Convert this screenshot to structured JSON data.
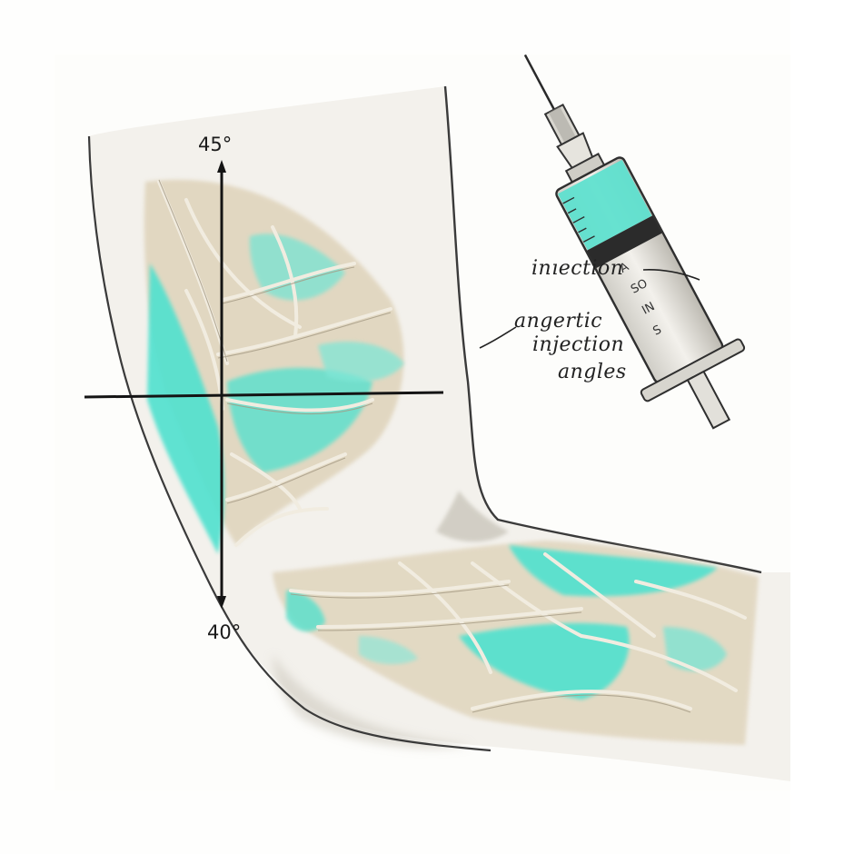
{
  "angles": {
    "top": "45°",
    "bottom": "40°"
  },
  "notes": {
    "syringe_label": "inıection",
    "caption_line1": "angertic",
    "caption_line2": "injection",
    "caption_line3": "angles"
  },
  "syringe_barrel_marks": [
    "A",
    "SO",
    "IN",
    "S"
  ],
  "colors": {
    "skin": "#f4f2ee",
    "skin_shadow": "#d9d6cf",
    "tissue_beige": "#dccfb3",
    "fascia_line": "#efe9dc",
    "turquoise": "#4ee0cc",
    "ink": "#141414"
  }
}
